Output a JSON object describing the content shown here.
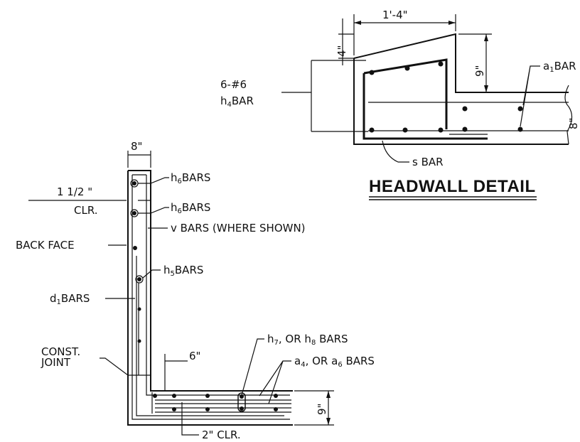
{
  "headwall": {
    "title": "HEADWALL DETAIL",
    "dim_width": "1'-4\"",
    "dim_top": "4\"",
    "dim_depth": "9\"",
    "dim_slab": "8\"",
    "h4_count": "6-#6",
    "h4_main": "h",
    "h4_sub": "4",
    "h4_suffix": "BAR",
    "a1_main": "a",
    "a1_sub": "1",
    "a1_suffix": "BAR",
    "s_bar": "s BAR"
  },
  "wall": {
    "dim_thickness": "8\"",
    "clear_top": "1 1/2 \"",
    "clear_label": "CLR.",
    "h6_main": "h",
    "h6_sub": "6",
    "h6_suffix": "BARS",
    "v_bars": "v BARS (WHERE SHOWN)",
    "back_face": "BACK FACE",
    "h5_main": "h",
    "h5_sub": "5",
    "h5_suffix": "BARS",
    "d1_main": "d",
    "d1_sub": "1",
    "d1_suffix": "BARS",
    "const_line1": "CONST.",
    "const_line2": "JOINT",
    "dim_six": "6\"",
    "h7_text1": "h",
    "h7_sub": "7",
    "h7_text2": ", OR h",
    "h8_sub": "8",
    "h7_suffix": " BARS",
    "a4_text1": "a",
    "a4_sub": "4",
    "a4_text2": ", OR a",
    "a6_sub": "6",
    "a4_suffix": " BARS",
    "dim_slab": "9\"",
    "bottom_clear": "2\" CLR."
  }
}
